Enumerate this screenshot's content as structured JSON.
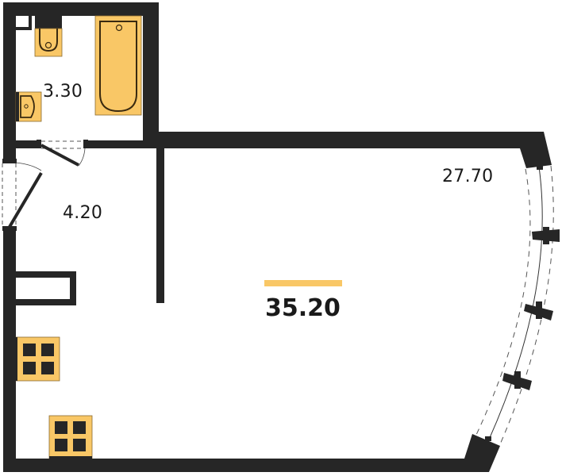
{
  "plan": {
    "rooms": [
      {
        "id": "bathroom",
        "area": "3.30"
      },
      {
        "id": "hallway",
        "area": "4.20"
      },
      {
        "id": "living",
        "area": "27.70"
      }
    ],
    "total_area": "35.20"
  },
  "colors": {
    "wall": "#262626",
    "fixture_fill": "#f9c766",
    "fixture_stroke": "#3a2a10",
    "accent_bar": "#f9c766",
    "text": "#1a1a1a"
  }
}
